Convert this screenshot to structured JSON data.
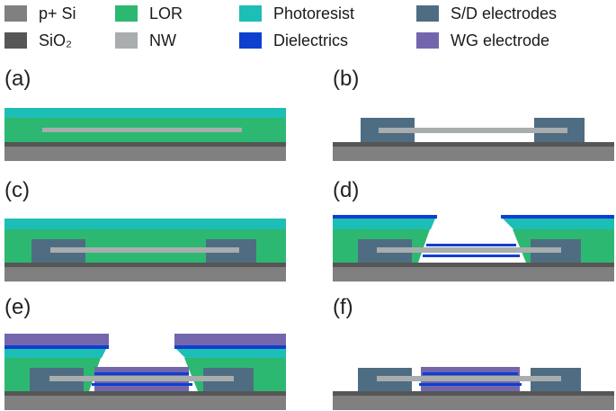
{
  "legend": [
    {
      "label": "p+ Si",
      "color": "#808080"
    },
    {
      "label": "SiO₂",
      "color": "#565656"
    },
    {
      "label": "LOR",
      "color": "#2db871"
    },
    {
      "label": "NW",
      "color": "#a9adae"
    },
    {
      "label": "Photoresist",
      "color": "#1cbeb6"
    },
    {
      "label": "Dielectrics",
      "color": "#0d40cf"
    },
    {
      "label": "S/D electrodes",
      "color": "#4f6d82"
    },
    {
      "label": "WG electrode",
      "color": "#7466ad"
    }
  ],
  "panels": [
    {
      "label": "(a)"
    },
    {
      "label": "(b)"
    },
    {
      "label": "(c)"
    },
    {
      "label": "(d)"
    },
    {
      "label": "(e)"
    },
    {
      "label": "(f)"
    }
  ]
}
